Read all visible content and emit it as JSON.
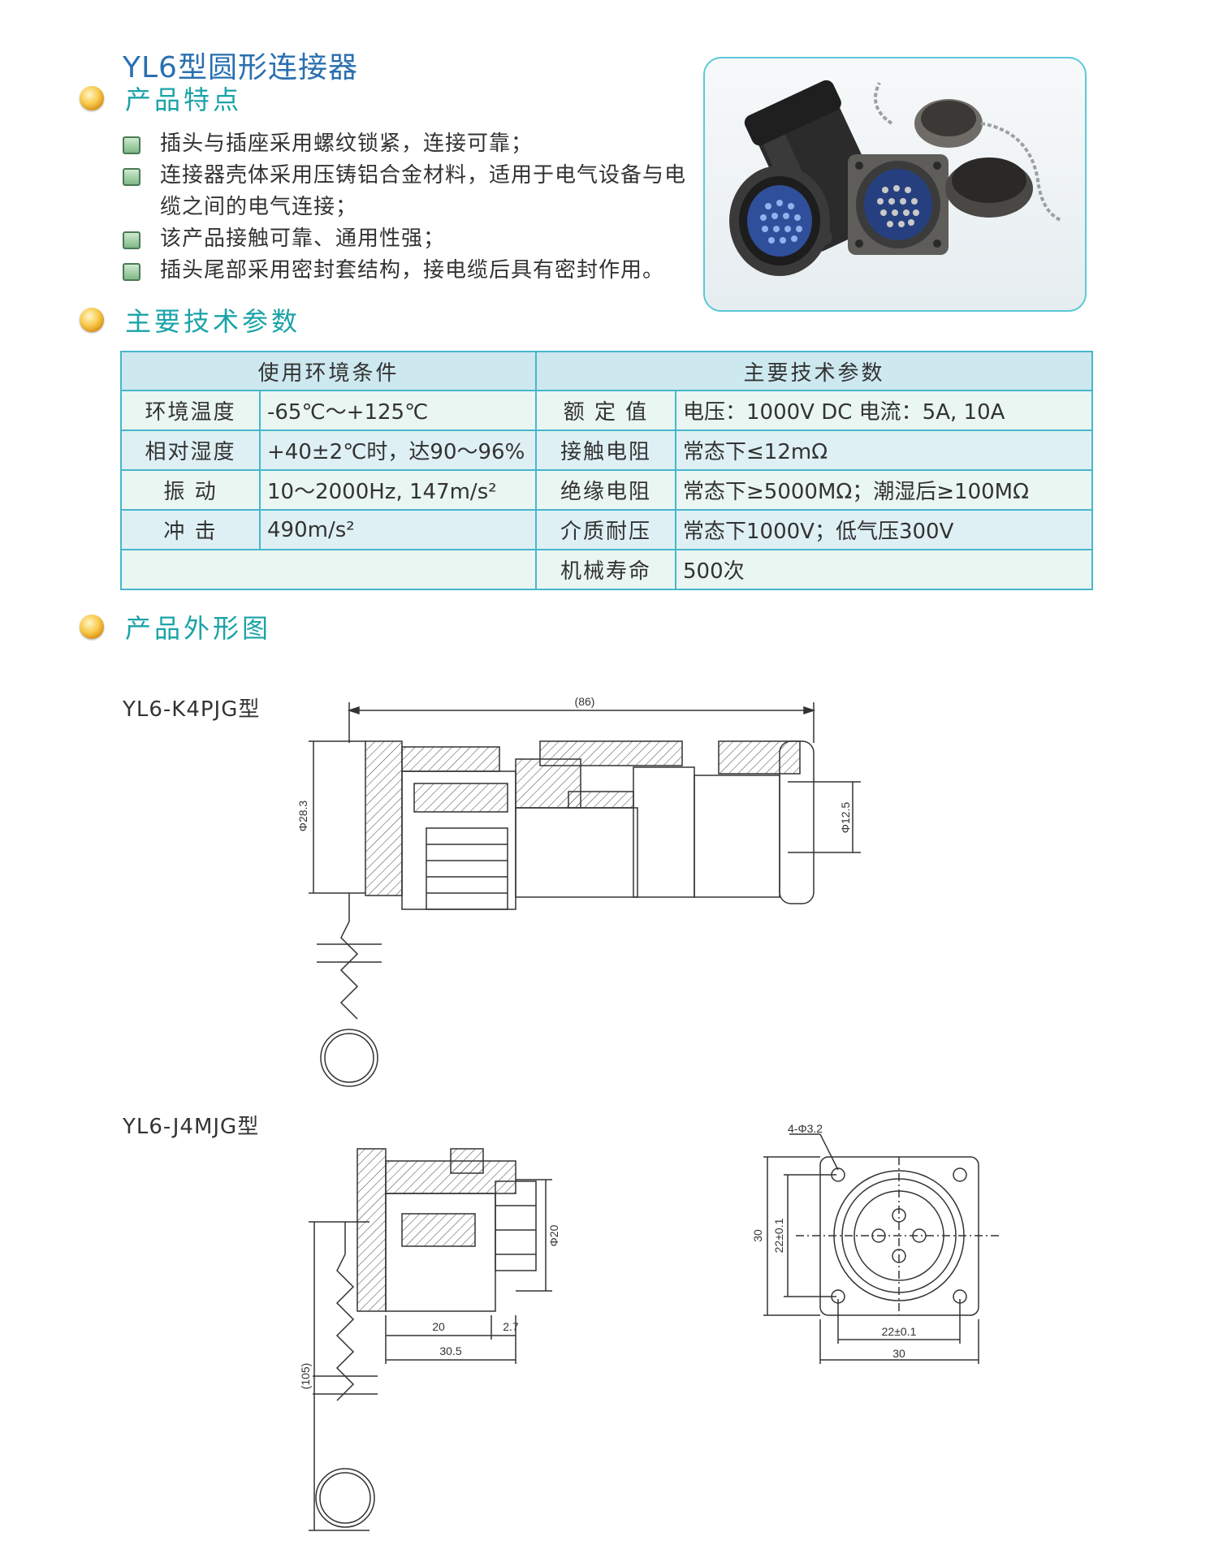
{
  "title": "YL6型圆形连接器",
  "sections": {
    "features": "产品特点",
    "params": "主要技术参数",
    "outline": "产品外形图"
  },
  "features": [
    "插头与插座采用螺纹锁紧，连接可靠；",
    "连接器壳体采用压铸铝合金材料，适用于电气设备与电缆之间的电气连接；",
    "该产品接触可靠、通用性强；",
    "插头尾部采用密封套结构，接电缆后具有密封作用。"
  ],
  "table": {
    "headers": [
      "使用环境条件",
      "主要技术参数"
    ],
    "rows": [
      {
        "env_label": "环境温度",
        "env_value": "-65℃～+125℃",
        "param_label": "额 定 值",
        "param_value": "电压：1000V DC  电流：5A, 10A"
      },
      {
        "env_label": "相对湿度",
        "env_value": "+40±2℃时，达90～96%",
        "param_label": "接触电阻",
        "param_value": "常态下≤12mΩ"
      },
      {
        "env_label": "振  动",
        "env_value": "10～2000Hz, 147m/s²",
        "param_label": "绝缘电阻",
        "param_value": "常态下≥5000MΩ；潮湿后≥100MΩ"
      },
      {
        "env_label": "冲  击",
        "env_value": "490m/s²",
        "param_label": "介质耐压",
        "param_value": "常态下1000V；低气压300V"
      },
      {
        "env_label": "",
        "env_value": "",
        "param_label": "机械寿命",
        "param_value": "500次"
      }
    ]
  },
  "drawings": {
    "plug": {
      "label": "YL6-K4PJG型",
      "dim_length": "(86)",
      "dim_dia": "Φ28.3",
      "dim_cable": "Φ12.5"
    },
    "socket": {
      "label": "YL6-J4MJG型",
      "dim_20": "20",
      "dim_27": "2.7",
      "dim_305": "30.5",
      "dim_105": "(105)",
      "dim_dia20": "Φ20"
    },
    "front": {
      "holes": "4-Φ3.2",
      "dim_30_v": "30",
      "dim_22_v": "22±0.1",
      "dim_22_h": "22±0.1",
      "dim_30_h": "30"
    }
  },
  "colors": {
    "title": "#2a6fb0",
    "section": "#1aa3a8",
    "table_border": "#47b6cc",
    "table_header": "#cde8ef"
  }
}
